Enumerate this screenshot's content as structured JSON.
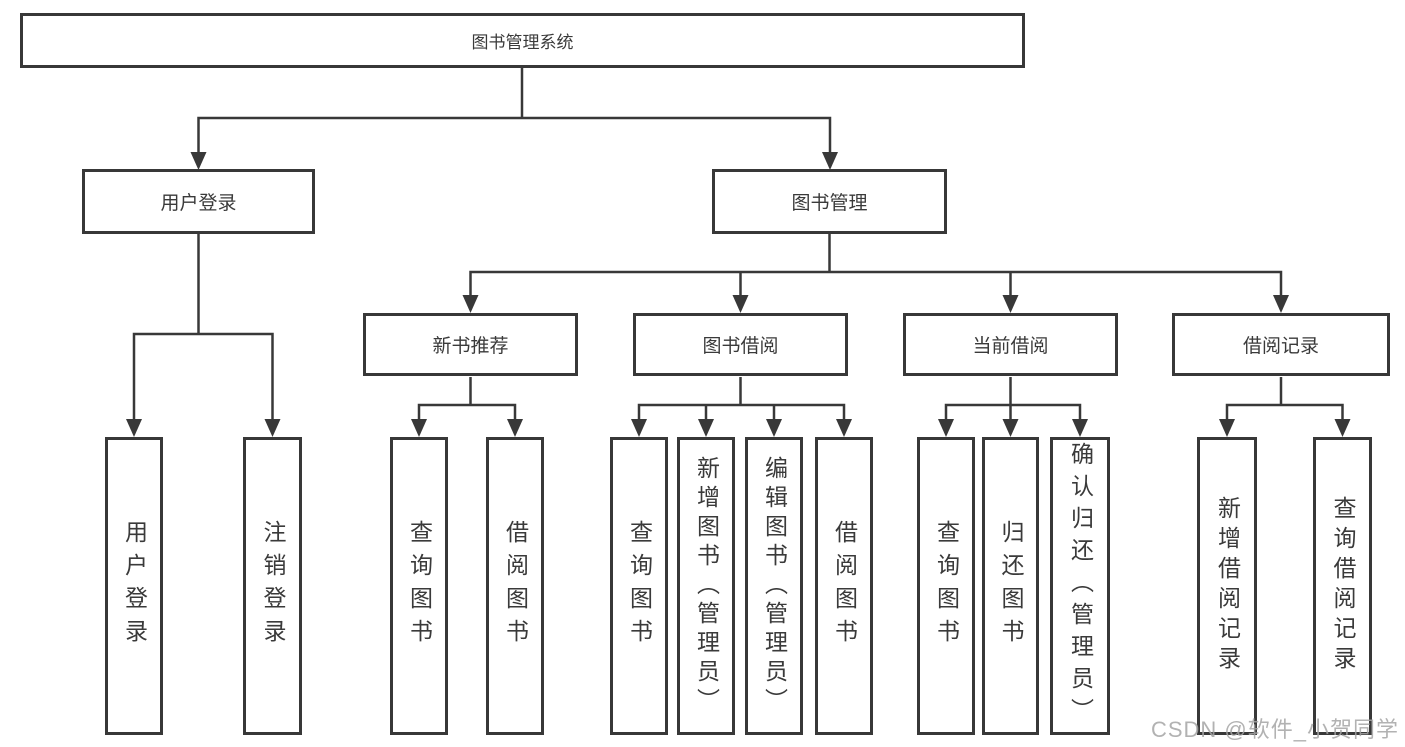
{
  "diagram": {
    "root": {
      "label": "图书管理系统"
    },
    "level2": [
      {
        "label": "用户登录"
      },
      {
        "label": "图书管理"
      }
    ],
    "level3": [
      {
        "label": "新书推荐"
      },
      {
        "label": "图书借阅"
      },
      {
        "label": "当前借阅"
      },
      {
        "label": "借阅记录"
      }
    ],
    "leaves": {
      "login": [
        "用户登录",
        "注销登录"
      ],
      "recommend": [
        "查询图书",
        "借阅图书"
      ],
      "borrow": [
        "查询图书",
        "新增图书（管理员）",
        "编辑图书（管理员）",
        "借阅图书"
      ],
      "current": [
        "查询图书",
        "归还图书",
        "确认归还（管理员）"
      ],
      "records": [
        "新增借阅记录",
        "查询借阅记录"
      ]
    }
  },
  "watermark": {
    "text": "CSDN @软件_小贺同学"
  },
  "colors": {
    "line": "#383838",
    "border": "#383838",
    "text": "#3a3a3a",
    "background": "#ffffff",
    "watermark": "#a5a5a5"
  }
}
